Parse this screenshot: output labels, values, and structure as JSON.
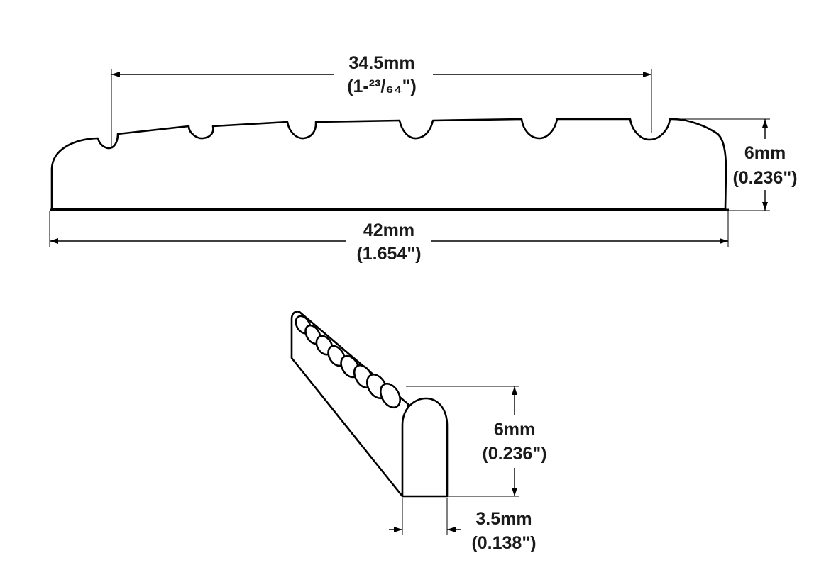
{
  "front_view": {
    "width_dim": {
      "metric": "42mm",
      "imperial": "(1.654\")"
    },
    "string_spread_dim": {
      "metric": "34.5mm",
      "imperial": "(1-²³/₆₄\")"
    },
    "height_dim": {
      "metric": "6mm",
      "imperial": "(0.236\")"
    }
  },
  "side_view": {
    "height_dim": {
      "metric": "6mm",
      "imperial": "(0.236\")"
    },
    "thickness_dim": {
      "metric": "3.5mm",
      "imperial": "(0.138\")"
    }
  },
  "colors": {
    "line": "#000000",
    "text": "#1a1a1a",
    "background": "#ffffff"
  }
}
